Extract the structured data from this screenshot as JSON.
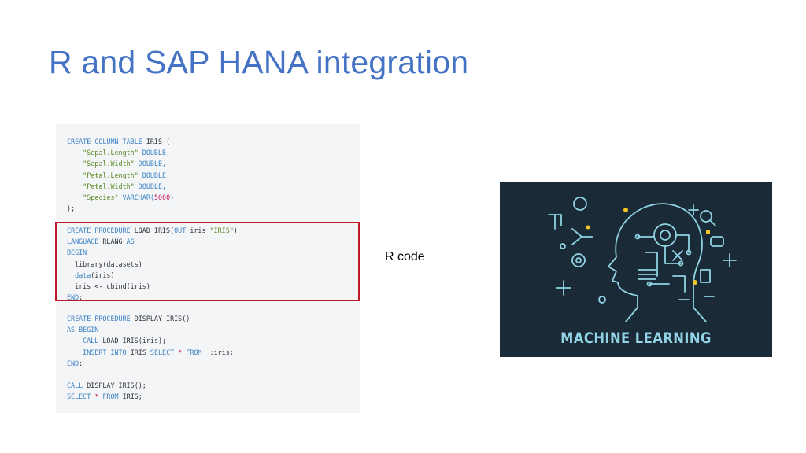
{
  "slide": {
    "title": "R and SAP HANA integration",
    "annotation_label": "R code"
  },
  "code_blocks": [
    {
      "name": "create-table",
      "lines": [
        [
          {
            "t": "kw",
            "v": "CREATE COLUMN TABLE "
          },
          {
            "t": "txt",
            "v": "IRIS ("
          }
        ],
        [
          {
            "t": "txt",
            "v": "    "
          },
          {
            "t": "str",
            "v": "\"Sepal.Length\""
          },
          {
            "t": "kw",
            "v": " DOUBLE,"
          }
        ],
        [
          {
            "t": "txt",
            "v": "    "
          },
          {
            "t": "str",
            "v": "\"Sepal.Width\""
          },
          {
            "t": "kw",
            "v": " DOUBLE,"
          }
        ],
        [
          {
            "t": "txt",
            "v": "    "
          },
          {
            "t": "str",
            "v": "\"Petal.Length\""
          },
          {
            "t": "kw",
            "v": " DOUBLE,"
          }
        ],
        [
          {
            "t": "txt",
            "v": "    "
          },
          {
            "t": "str",
            "v": "\"Petal.Width\""
          },
          {
            "t": "kw",
            "v": " DOUBLE,"
          }
        ],
        [
          {
            "t": "txt",
            "v": "    "
          },
          {
            "t": "str",
            "v": "\"Species\""
          },
          {
            "t": "kw",
            "v": " VARCHAR("
          },
          {
            "t": "num",
            "v": "5000"
          },
          {
            "t": "kw",
            "v": ")"
          }
        ],
        [
          {
            "t": "txt",
            "v": ");"
          }
        ]
      ]
    },
    {
      "name": "create-procedure-load-iris",
      "lines": [
        [
          {
            "t": "kw",
            "v": "CREATE PROCEDURE "
          },
          {
            "t": "txt",
            "v": "LOAD_IRIS("
          },
          {
            "t": "kw",
            "v": "OUT "
          },
          {
            "t": "txt",
            "v": "iris "
          },
          {
            "t": "str",
            "v": "\"IRIS\""
          },
          {
            "t": "txt",
            "v": ")"
          }
        ],
        [
          {
            "t": "kw",
            "v": "LANGUAGE "
          },
          {
            "t": "txt",
            "v": "RLANG "
          },
          {
            "t": "kw",
            "v": "AS"
          }
        ],
        [
          {
            "t": "kw",
            "v": "BEGIN"
          }
        ],
        [
          {
            "t": "txt",
            "v": "  library(datasets)"
          }
        ],
        [
          {
            "t": "kw",
            "v": "  data"
          },
          {
            "t": "txt",
            "v": "(iris)"
          }
        ],
        [
          {
            "t": "txt",
            "v": "  iris <- cbind(iris)"
          }
        ],
        [
          {
            "t": "kw",
            "v": "END"
          },
          {
            "t": "txt",
            "v": ";"
          }
        ]
      ]
    },
    {
      "name": "create-procedure-display-iris",
      "lines": [
        [
          {
            "t": "kw",
            "v": "CREATE PROCEDURE "
          },
          {
            "t": "txt",
            "v": "DISPLAY_IRIS()"
          }
        ],
        [
          {
            "t": "kw",
            "v": "AS BEGIN"
          }
        ],
        [
          {
            "t": "txt",
            "v": "    "
          },
          {
            "t": "kw",
            "v": "CALL "
          },
          {
            "t": "txt",
            "v": "LOAD_IRIS(iris);"
          }
        ],
        [
          {
            "t": "txt",
            "v": "    "
          },
          {
            "t": "kw",
            "v": "INSERT INTO "
          },
          {
            "t": "txt",
            "v": "IRIS "
          },
          {
            "t": "kw",
            "v": "SELECT "
          },
          {
            "t": "op",
            "v": "* "
          },
          {
            "t": "kw",
            "v": "FROM "
          },
          {
            "t": "txt",
            "v": " :iris;"
          }
        ],
        [
          {
            "t": "kw",
            "v": "END"
          },
          {
            "t": "txt",
            "v": ";"
          }
        ],
        [
          {
            "t": "txt",
            "v": ""
          }
        ],
        [
          {
            "t": "kw",
            "v": "CALL "
          },
          {
            "t": "txt",
            "v": "DISPLAY_IRIS();"
          }
        ],
        [
          {
            "t": "kw",
            "v": "SELECT "
          },
          {
            "t": "op",
            "v": "* "
          },
          {
            "t": "kw",
            "v": "FROM "
          },
          {
            "t": "txt",
            "v": "IRIS;"
          }
        ]
      ]
    }
  ],
  "ml_image": {
    "caption": "MACHINE LEARNING",
    "background_color": "#1b2a37",
    "line_color": "#8fd3e4",
    "accent_color": "#f3c623",
    "icon": "ai-head-icon"
  },
  "colors": {
    "title": "#4472c4",
    "highlight_border": "#c0182a",
    "code_background": "#f4f5f7"
  }
}
